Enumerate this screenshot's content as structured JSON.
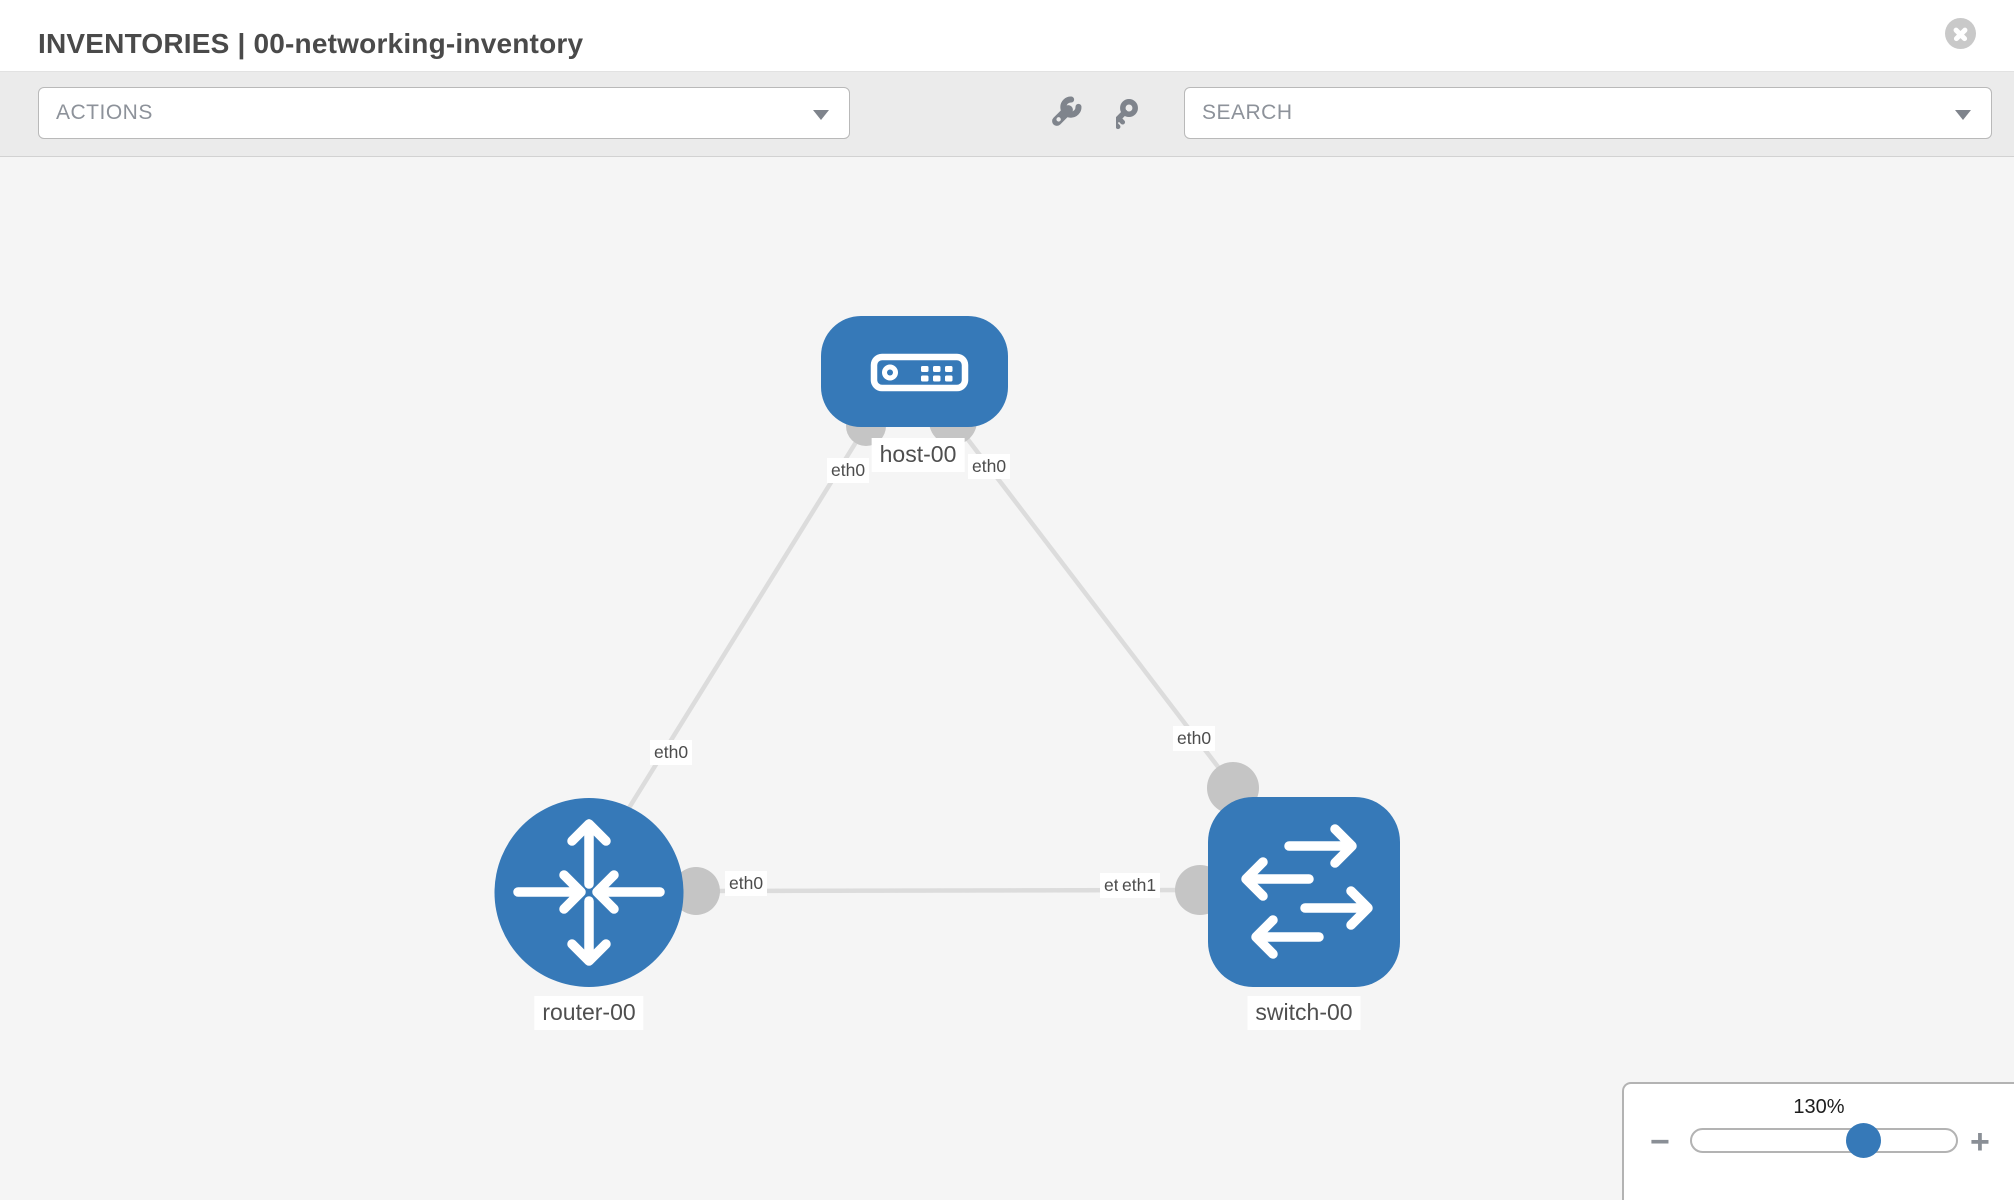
{
  "header": {
    "title": "INVENTORIES | 00-networking-inventory"
  },
  "toolbar": {
    "actions_label": "ACTIONS",
    "search_placeholder": "SEARCH"
  },
  "topology": {
    "nodes": [
      {
        "id": "host-00",
        "label": "host-00",
        "type": "host"
      },
      {
        "id": "router-00",
        "label": "router-00",
        "type": "router"
      },
      {
        "id": "switch-00",
        "label": "switch-00",
        "type": "switch"
      }
    ],
    "links": [
      {
        "from": "host-00",
        "from_interface": "eth0",
        "to": "router-00",
        "to_interface": "eth0"
      },
      {
        "from": "host-00",
        "from_interface": "eth0",
        "to": "switch-00",
        "to_interface": "eth0"
      },
      {
        "from": "router-00",
        "from_interface": "eth0",
        "to": "switch-00",
        "to_interface": "eth1",
        "occluded_to_label": "eth0"
      }
    ]
  },
  "zoom_control": {
    "level": "130%",
    "minus_label": "−",
    "plus_label": "+"
  },
  "colors": {
    "node_blue": "#3679b8",
    "link_gray": "#dcdcdc",
    "port_gray": "#c5c5c5",
    "toolbar_gray": "#ebebeb"
  }
}
